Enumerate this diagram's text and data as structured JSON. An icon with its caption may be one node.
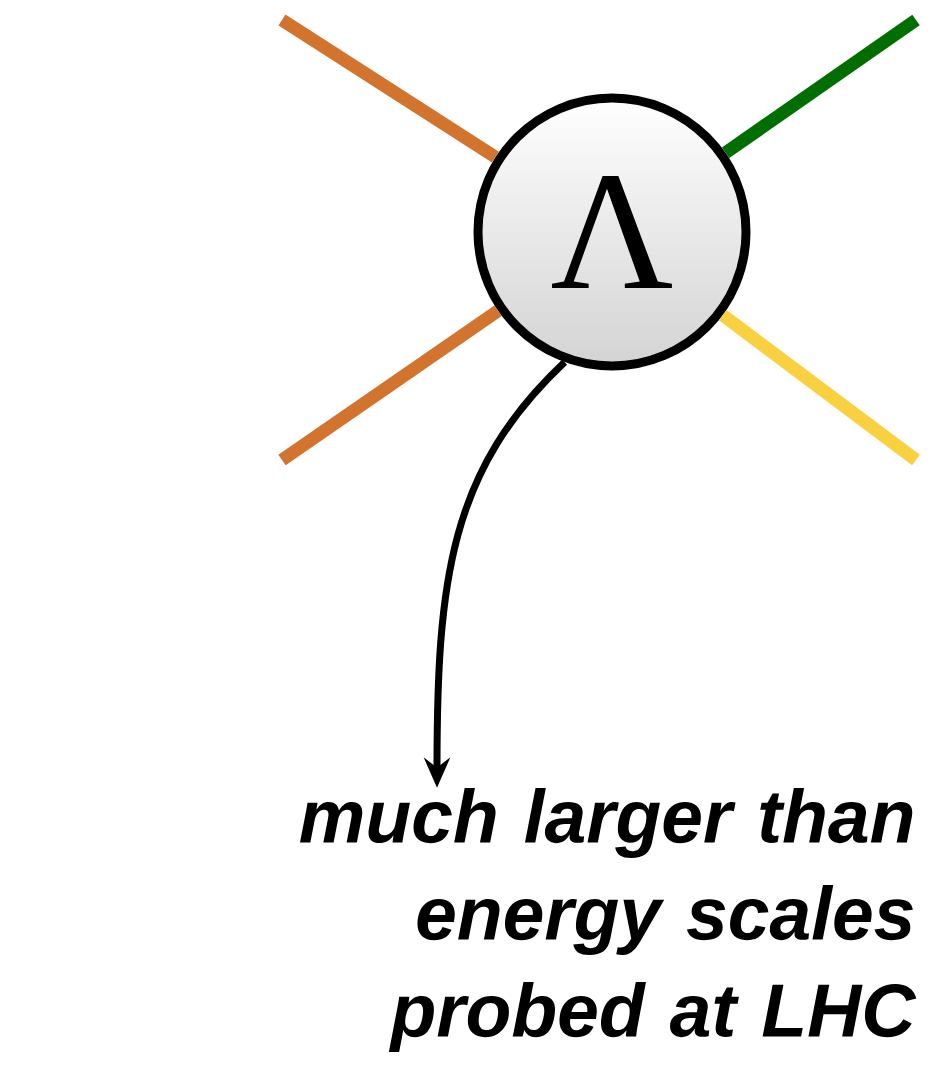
{
  "diagram": {
    "nodes": [
      {
        "text": [
          "Λ"
        ]
      },
      {
        "text": [
          "much larger than energy scales probed at LHC"
        ]
      }
    ],
    "edges": [
      {
        "from": null,
        "to": 0,
        "arrow": "none",
        "color": "#d2732e"
      },
      {
        "from": null,
        "to": 0,
        "arrow": "none",
        "color": "#d2732e"
      },
      {
        "from": null,
        "to": 0,
        "arrow": "none",
        "color": "#006e00"
      },
      {
        "from": null,
        "to": 0,
        "arrow": "none",
        "color": "#f9d040"
      },
      {
        "from": 0,
        "to": 1,
        "arrow": "to",
        "color": "#000000"
      }
    ]
  }
}
